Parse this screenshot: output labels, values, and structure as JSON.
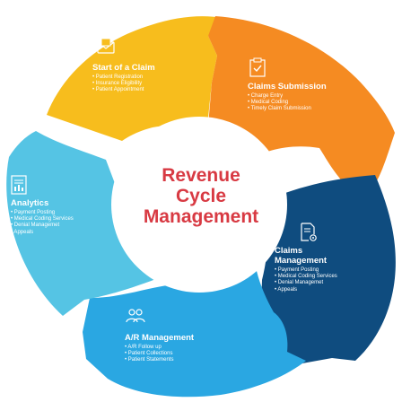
{
  "title_lines": [
    "Revenue",
    "Cycle",
    "Management"
  ],
  "colors": {
    "start": "#f7bd1d",
    "claims_submission": "#f58b22",
    "claims_management": "#0f4c7f",
    "ar_management": "#2aa7e2",
    "analytics": "#55c4e4",
    "title": "#d83a43"
  },
  "segments": {
    "start_claim": {
      "icon": "envelope-icon",
      "title": "Start of a Claim",
      "items": [
        "• Patient Registration",
        "• Insurance Eligibility",
        "• Patient Appointment"
      ]
    },
    "claims_submission": {
      "icon": "checklist-icon",
      "title": "Claims Submission",
      "items": [
        "• Charge Entry",
        "• Medical Coding",
        "• Timely Claim Submission"
      ]
    },
    "claims_management": {
      "icon": "document-settings-icon",
      "title_line1": "Claims",
      "title_line2": "Management",
      "items": [
        "• Payment Posting",
        "• Medical Coding Services",
        "• Denial Managemet",
        "• Appeals"
      ]
    },
    "ar_management": {
      "icon": "team-icon",
      "title": "A/R Management",
      "items": [
        "• A/R Follow up",
        "• Patient Collections",
        "• Patient Statements"
      ]
    },
    "analytics": {
      "icon": "report-icon",
      "title": "Analytics",
      "items": [
        "• Payment Posting",
        "• Medical Coding Services",
        "• Denial Managemet",
        "• Appeals"
      ]
    }
  }
}
